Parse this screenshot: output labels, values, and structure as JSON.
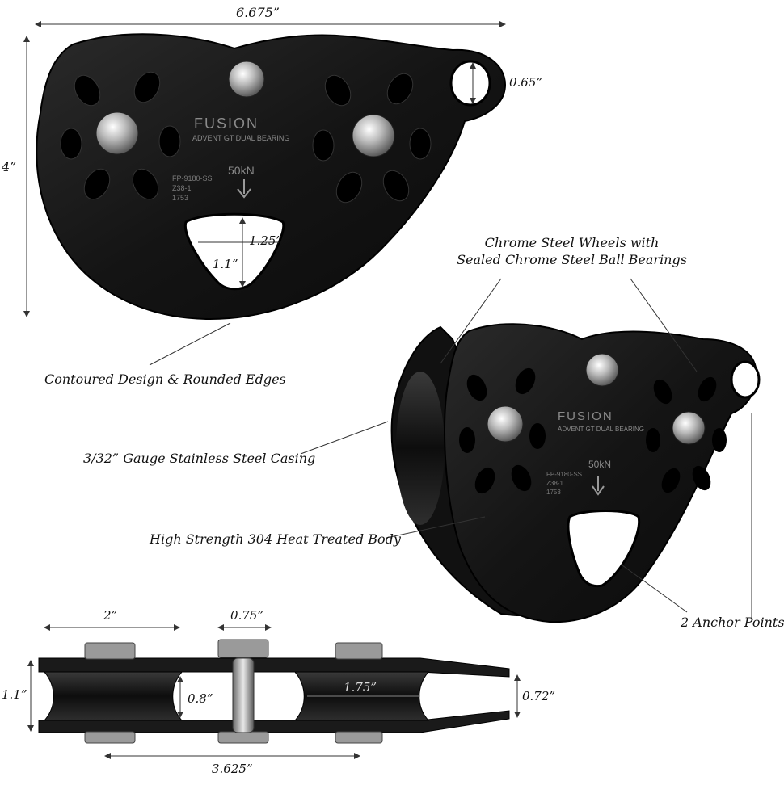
{
  "dimensions": {
    "top_width": "6.675”",
    "top_height": "4”",
    "eye_hole": "0.65”",
    "window_height": "1.25”",
    "window_width": "1.1”",
    "side_wheel_spacing": "2”",
    "side_axle": "0.75”",
    "side_height": "1.1”",
    "side_inner": "0.8”",
    "side_wheel_dia": "1.75”",
    "side_tail": "0.72”",
    "side_length": "3.625”"
  },
  "callouts": {
    "wheels_line1": "Chrome Steel Wheels with",
    "wheels_line2": "Sealed Chrome Steel Ball Bearings",
    "contoured": "Contoured Design & Rounded Edges",
    "casing": "3/32” Gauge Stainless Steel Casing",
    "body": "High Strength 304 Heat Treated Body",
    "anchors": "2 Anchor Points"
  },
  "engraving": {
    "brand": "FUSION",
    "model": "ADVENT GT DUAL BEARING",
    "rating": "50kN",
    "code1": "FP-9180-SS",
    "code2": "Z38-1",
    "code3": "1753"
  },
  "colors": {
    "body": "#151515",
    "body_edge": "#2a2a2a",
    "steel": "#c9c9c9",
    "text": "#111111",
    "line": "#333333"
  }
}
